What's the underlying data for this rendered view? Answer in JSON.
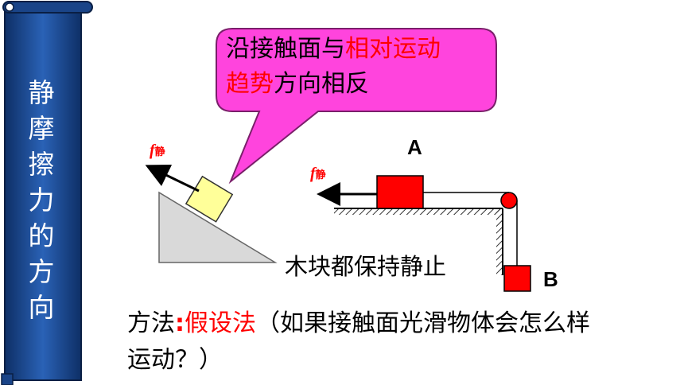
{
  "title_chars": [
    "静",
    "摩",
    "擦",
    "力",
    "的",
    "方",
    "向"
  ],
  "bubble": {
    "part1": "沿接触面与",
    "part2": "相对运动",
    "part3": "趋势",
    "part4": "方向相反"
  },
  "labels": {
    "a": "A",
    "b": "B",
    "f_letter": "f",
    "f_sub": "静"
  },
  "caption": "木块都保持静止",
  "method": {
    "prefix": "方法",
    "colon": ":",
    "highlight": "假设法",
    "rest": "（如果接触面光滑物体会怎么样运动？）"
  },
  "colors": {
    "scroll_blue": "#1f4f9a",
    "bubble_magenta": "#ff44dd",
    "block_red": "#ff0000",
    "block_yellow": "#ffff99",
    "slope_gray": "#d9d9d9"
  }
}
